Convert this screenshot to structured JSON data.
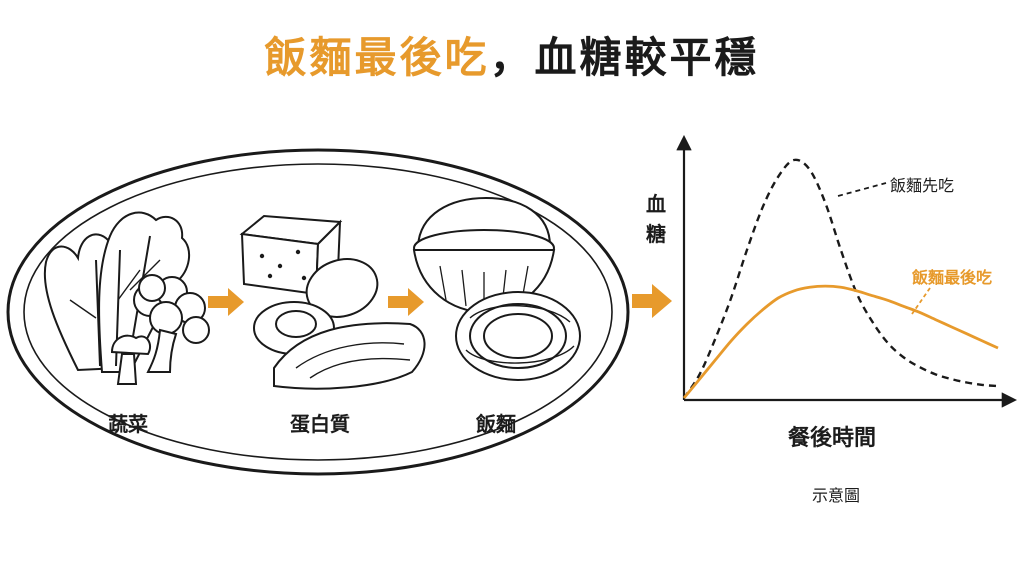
{
  "title": {
    "highlight": "飯麵最後吃",
    "separator": "，",
    "rest": "血糖較平穩"
  },
  "plate": {
    "food_labels": [
      "蔬菜",
      "蛋白質",
      "飯麵"
    ]
  },
  "chart": {
    "ylabel_chars": [
      "血",
      "糖"
    ],
    "xlabel": "餐後時間",
    "series": [
      {
        "name": "飯麵先吃",
        "style": "dashed"
      },
      {
        "name": "飯麵最後吃",
        "style": "solid"
      }
    ],
    "caption": "示意圖"
  },
  "colors": {
    "accent": "#e79a2c",
    "ink": "#1a1a1a",
    "plate_fill": "#ffffff"
  },
  "chart_data": {
    "type": "line",
    "xlabel": "餐後時間",
    "ylabel": "血糖",
    "note": "示意圖",
    "series": [
      {
        "name": "飯麵先吃",
        "x": [
          0,
          0.5,
          1,
          1.5,
          2,
          2.5,
          3,
          3.5,
          4,
          4.5,
          5,
          5.5,
          6,
          6.5,
          7,
          7.5,
          8,
          8.5,
          9,
          9.5,
          10
        ],
        "values": [
          0,
          10,
          25,
          42,
          62,
          80,
          93,
          100,
          96,
          82,
          62,
          44,
          32,
          23,
          17,
          13,
          10,
          8,
          6.5,
          5.5,
          5
        ]
      },
      {
        "name": "飯麵最後吃",
        "x": [
          0,
          0.5,
          1,
          1.5,
          2,
          2.5,
          3,
          3.5,
          4,
          4.5,
          5,
          5.5,
          6,
          6.5,
          7,
          7.5,
          8,
          8.5,
          9,
          9.5,
          10
        ],
        "values": [
          0,
          8,
          16,
          24,
          31,
          37,
          42,
          45,
          46.5,
          47,
          46.5,
          45,
          43,
          41,
          38.5,
          36,
          33,
          30,
          27,
          24,
          21
        ]
      }
    ]
  }
}
